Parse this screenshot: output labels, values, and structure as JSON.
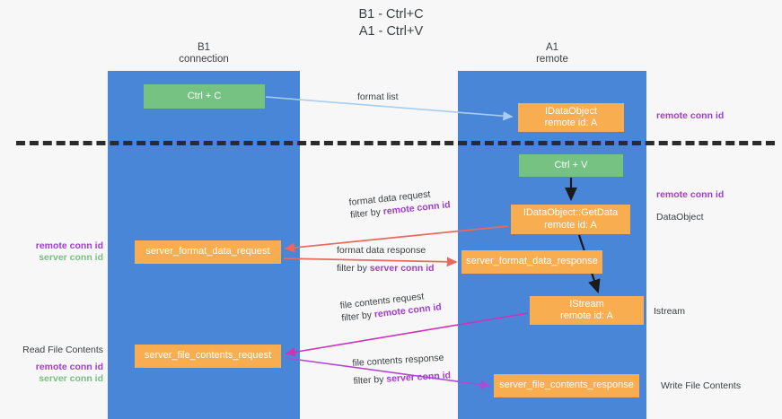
{
  "title": {
    "line1": "B1 - Ctrl+C",
    "line2": "A1 - Ctrl+V"
  },
  "lanes": [
    {
      "id": "b1",
      "name": "B1",
      "role": "connection"
    },
    {
      "id": "a1",
      "name": "A1",
      "role": "remote"
    }
  ],
  "nodes": {
    "ctrl_c": {
      "line1": "Ctrl + C",
      "line2": "",
      "color": "#76c283"
    },
    "idataobject": {
      "line1": "IDataObject",
      "line2": "remote id: A",
      "color": "#f9ad51"
    },
    "ctrl_v": {
      "line1": "Ctrl + V",
      "line2": "",
      "color": "#76c283"
    },
    "getdata": {
      "line1": "IDataObject::GetData",
      "line2": "remote id: A",
      "color": "#f9ad51"
    },
    "server_format_data_request": {
      "line1": "server_format_data_request",
      "line2": "",
      "color": "#f9ad51"
    },
    "server_format_data_response": {
      "line1": "server_format_data_response",
      "line2": "",
      "color": "#f9ad51"
    },
    "istream": {
      "line1": "IStream",
      "line2": "remote id: A",
      "color": "#f9ad51"
    },
    "server_file_contents_request": {
      "line1": "server_file_contents_request",
      "line2": "",
      "color": "#f9ad51"
    },
    "server_file_contents_response": {
      "line1": "server_file_contents_response",
      "line2": "",
      "color": "#f9ad51"
    }
  },
  "edges": {
    "format_list": {
      "caption": "format list",
      "filter": "",
      "filter_key": "",
      "color": "#a8cdf0"
    },
    "format_data_req": {
      "caption": "format data request",
      "filter": "filter by ",
      "filter_key": "remote conn id",
      "color": "#e8695d"
    },
    "format_data_resp": {
      "caption": "format data response",
      "filter": "filter by ",
      "filter_key": "server conn id",
      "color": "#e8695d"
    },
    "file_contents_req": {
      "caption": "file contents request",
      "filter": "filter by ",
      "filter_key": "remote conn id",
      "color": "#cc33b5"
    },
    "file_contents_resp": {
      "caption": "file contents response",
      "filter": "filter by ",
      "filter_key": "server conn id",
      "color": "#b04ad4"
    }
  },
  "side_labels": {
    "remote_conn_id_top": "remote conn id",
    "remote_conn_id_mid": "remote conn id",
    "dataobject": "DataObject",
    "istream": "Istream",
    "write_file_contents": "Write File Contents",
    "read_file_contents": "Read File Contents",
    "remote_conn_id": "remote conn id",
    "server_conn_id": "server conn id"
  },
  "colors": {
    "lane": "#4a86d8",
    "green_node": "#76c283",
    "orange_node": "#f9ad51",
    "purple_text": "#a13dd0",
    "green_text": "#7bbd84",
    "divider": "#2b2b2b",
    "background": "#f7f7f7"
  }
}
